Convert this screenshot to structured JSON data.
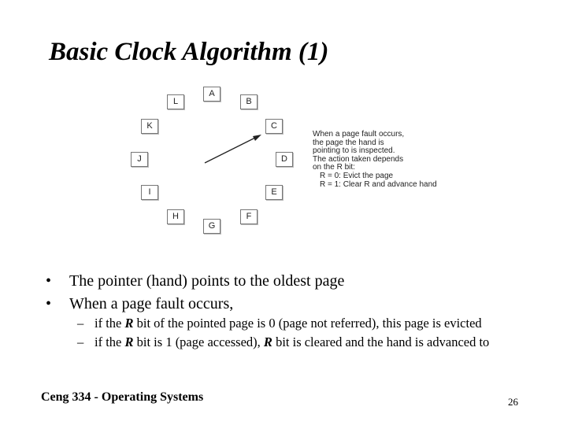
{
  "slide": {
    "title": "Basic Clock Algorithm (1)",
    "clock_pages": [
      "A",
      "B",
      "C",
      "D",
      "E",
      "F",
      "G",
      "H",
      "I",
      "J",
      "K",
      "L"
    ],
    "clock_hand_points_to": "C",
    "note_lines": [
      "When a page fault occurs,",
      "the page the hand is",
      "pointing to is inspected.",
      "The action taken depends",
      "on the R bit:"
    ],
    "note_rules": [
      "R = 0: Evict the page",
      "R = 1: Clear R and advance hand"
    ],
    "bullets": [
      {
        "mark": "•",
        "text": "The pointer (hand) points to the oldest page"
      },
      {
        "mark": "•",
        "text": "When a page fault occurs,"
      }
    ],
    "sub_bullets": [
      {
        "dash": "–",
        "pre": "if the ",
        "bold": "R",
        "post": " bit of the pointed page is 0 (page not referred), this page is evicted"
      },
      {
        "dash": "–",
        "pre": "if the ",
        "bold": "R",
        "mid": " bit is 1 (page accessed), ",
        "bold2": "R",
        "post": " bit is cleared and the hand is advanced to"
      }
    ],
    "footer": "Ceng 334 - Operating Systems",
    "page_number": "26"
  }
}
